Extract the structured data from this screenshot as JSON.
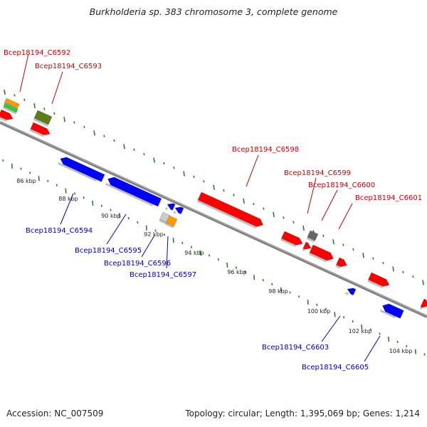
{
  "title": "Burkholderia sp. 383 chromosome 3, complete genome",
  "footer": {
    "accession": "Accession: NC_007509",
    "summary": "Topology: circular; Length: 1,395,069 bp; Genes: 1,214"
  },
  "colors": {
    "forward_gene": "#ff0000",
    "reverse_gene": "#0000ff",
    "forward_label": "#cc0000",
    "reverse_label": "#0000bb",
    "backbone": "#808080",
    "tick": "#2e7d32"
  },
  "scale_ticks": [
    "86 kbp",
    "88 kbp",
    "90 kbp",
    "92 kbp",
    "94 kbp",
    "96 kbp",
    "98 kbp",
    "100 kbp",
    "102 kbp",
    "104 kbp"
  ],
  "gene_labels": {
    "forward": [
      "Bcep18194_C6592",
      "Bcep18194_C6593",
      "Bcep18194_C6598",
      "Bcep18194_C6599",
      "Bcep18194_C6600",
      "Bcep18194_C6601"
    ],
    "reverse": [
      "Bcep18194_C6594",
      "Bcep18194_C6595",
      "Bcep18194_C6596",
      "Bcep18194_C6597",
      "Bcep18194_C6603",
      "Bcep18194_C6605"
    ]
  }
}
